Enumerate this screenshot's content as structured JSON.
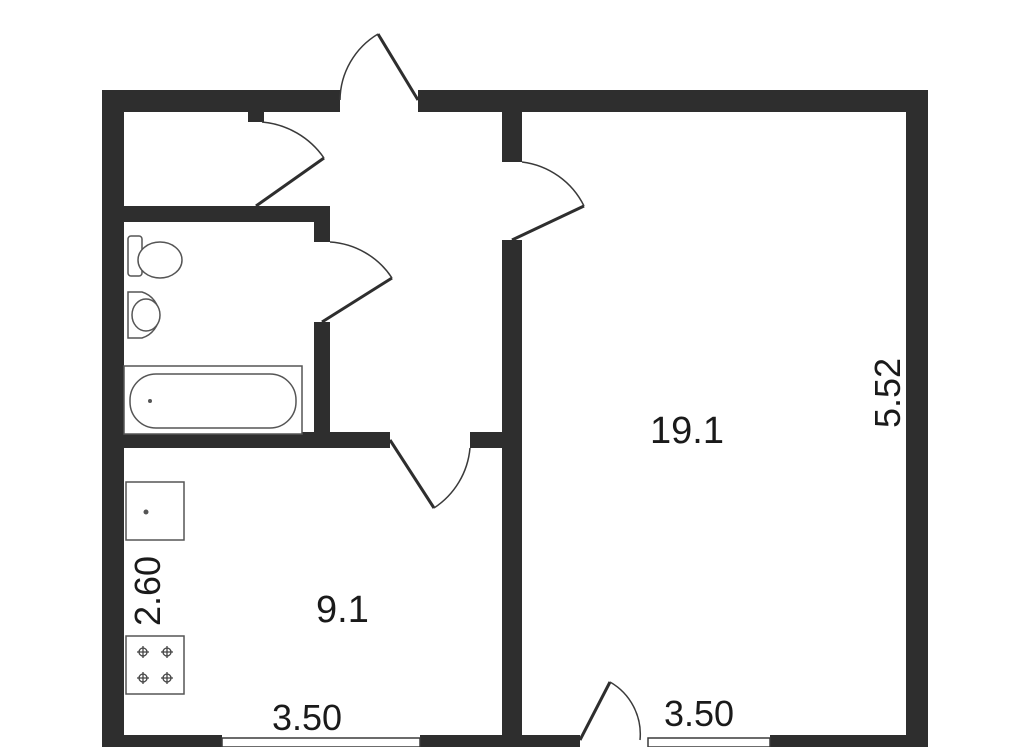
{
  "plan": {
    "rooms": [
      {
        "id": "living",
        "area": "19.1"
      },
      {
        "id": "kitchen",
        "area": "9.1"
      }
    ],
    "dimensions": {
      "living_height": "5.52",
      "kitchen_height": "2.60",
      "kitchen_width": "3.50",
      "living_width": "3.50"
    },
    "colors": {
      "wall": "#2e2e2e",
      "background": "#ffffff"
    }
  }
}
